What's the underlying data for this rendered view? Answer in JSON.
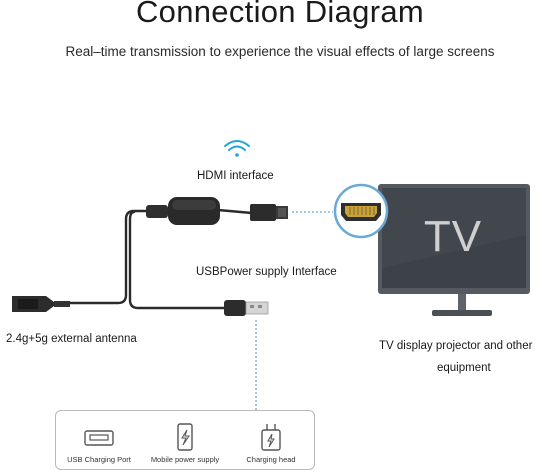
{
  "title": "Connection Diagram",
  "subtitle": "Real–time transmission to experience the visual effects of large screens",
  "labels": {
    "hdmi": "HDMI interface",
    "usb_power": "USBPower supply Interface",
    "antenna": "2.4g+5g external antenna",
    "tv_display_line1": "TV display projector and other",
    "tv_display_line2": "equipment"
  },
  "tv_screen_text": "TV",
  "power_sources": [
    {
      "label": "USB Charging Port",
      "icon": "usb-port-icon"
    },
    {
      "label": "Mobile power supply",
      "icon": "power-bank-icon"
    },
    {
      "label": "Charging head",
      "icon": "charger-plug-icon"
    }
  ],
  "colors": {
    "wifi": "#1aa6d9",
    "tv_frame": "#555a60",
    "tv_screen": "#3a3f45",
    "tv_text": "#cfcfcf",
    "dotted_line": "#6aa9d6",
    "cable": "#2b2b2b"
  }
}
